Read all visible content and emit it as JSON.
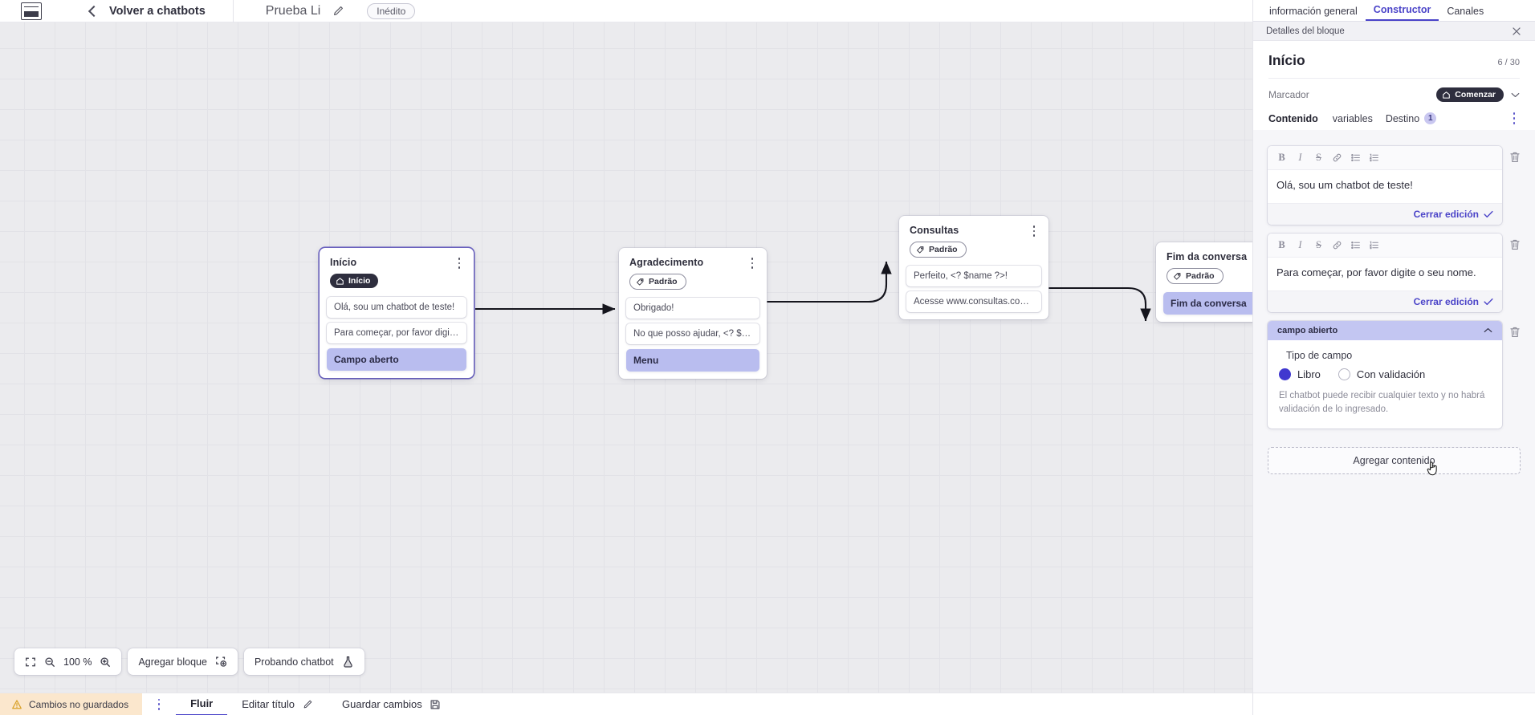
{
  "topbar": {
    "logo_icon": "app-logo-icon",
    "back_chevron_icon": "chevron-left-icon",
    "back_label": "Volver a chatbots",
    "bot_title": "Prueba Li",
    "edit_icon": "pencil-icon",
    "status_badge": "Inédito"
  },
  "canvas": {
    "nodes": [
      {
        "title": "Início",
        "chip": {
          "label": "Início",
          "icon": "home-icon",
          "style": "dark"
        },
        "messages": [
          {
            "text": "Olá, sou um chatbot de teste!",
            "type": "message"
          },
          {
            "text": "Para começar, por favor digite o ...",
            "type": "message"
          },
          {
            "text": "Campo aberto",
            "type": "input"
          }
        ],
        "menu_icon": "kebab-menu-icon",
        "selected": true
      },
      {
        "title": "Agradecimento",
        "chip": {
          "label": "Padrão",
          "icon": "tag-icon",
          "style": "outline"
        },
        "messages": [
          {
            "text": "Obrigado!",
            "type": "message"
          },
          {
            "text": "No que posso ajudar, <? $name ...",
            "type": "message"
          },
          {
            "text": "Menu",
            "type": "input"
          }
        ],
        "menu_icon": "kebab-menu-icon",
        "selected": false
      },
      {
        "title": "Consultas",
        "chip": {
          "label": "Padrão",
          "icon": "tag-icon",
          "style": "outline"
        },
        "messages": [
          {
            "text": "Perfeito, <? $name ?>!",
            "type": "message"
          },
          {
            "text": "Acesse www.consultas.com par...",
            "type": "message"
          }
        ],
        "menu_icon": "kebab-menu-icon",
        "selected": false
      },
      {
        "title": "Fim da conversa",
        "chip": {
          "label": "Padrão",
          "icon": "tag-icon",
          "style": "outline"
        },
        "messages": [
          {
            "text": "Fim da conversa",
            "type": "input"
          }
        ],
        "menu_icon": "kebab-menu-icon",
        "selected": false
      }
    ],
    "float_toolbar": {
      "fit_icon": "fit-screen-icon",
      "zoom_out_icon": "zoom-out-icon",
      "zoom_level": "100 %",
      "zoom_in_icon": "zoom-in-icon",
      "add_block_label": "Agregar bloque",
      "add_block_icon": "add-block-icon",
      "test_chatbot_label": "Probando chatbot",
      "test_chatbot_icon": "flask-icon"
    }
  },
  "panel": {
    "tabs": [
      {
        "label": "información general",
        "active": false
      },
      {
        "label": "Constructor",
        "active": true
      },
      {
        "label": "Canales",
        "active": false
      }
    ],
    "subheader": {
      "label": "Detalles del bloque",
      "close_icon": "close-icon"
    },
    "block_title": "Início",
    "block_count": "6 / 30",
    "marker_label": "Marcador",
    "marker_badge": {
      "label": "Comenzar",
      "icon": "home-icon"
    },
    "marker_chevron_icon": "chevron-down-icon",
    "content_tabs": [
      {
        "label": "Contenido",
        "active": true,
        "badge": null
      },
      {
        "label": "variables",
        "active": false,
        "badge": null
      },
      {
        "label": "Destino",
        "active": false,
        "badge": "1"
      }
    ],
    "overflow_icon": "kebab-menu-icon",
    "rte_buttons": [
      {
        "name": "bold-icon",
        "glyph": "B"
      },
      {
        "name": "italic-icon",
        "glyph": "I"
      },
      {
        "name": "strikethrough-icon",
        "glyph": "S"
      },
      {
        "name": "link-icon",
        "glyph": "link"
      },
      {
        "name": "bullet-list-icon",
        "glyph": "ul"
      },
      {
        "name": "numbered-list-icon",
        "glyph": "ol"
      }
    ],
    "content_cards": [
      {
        "text": "Olá, sou um chatbot de teste!",
        "close_label": "Cerrar edición",
        "delete_icon": "trash-icon",
        "check_icon": "check-icon"
      },
      {
        "text": "Para começar, por favor digite o seu nome.",
        "close_label": "Cerrar edición",
        "delete_icon": "trash-icon",
        "check_icon": "check-icon"
      }
    ],
    "field_card": {
      "header": "campo abierto",
      "collapse_icon": "chevron-up-icon",
      "delete_icon": "trash-icon",
      "subtitle": "Tipo de campo",
      "options": [
        {
          "label": "Libro",
          "selected": true
        },
        {
          "label": "Con validación",
          "selected": false
        }
      ],
      "note": "El chatbot puede recibir cualquier texto y no habrá validación de lo ingresado."
    },
    "add_content_label": "Agregar contenido",
    "cursor_icon": "pointer-hand-cursor"
  },
  "bottombar": {
    "unsaved_label": "Cambios no guardados",
    "warning_icon": "warning-triangle-icon",
    "kebab_icon": "kebab-menu-icon",
    "flow_tab": "Fluir",
    "edit_title_label": "Editar título",
    "edit_title_icon": "pencil-icon",
    "save_label": "Guardar cambios",
    "save_icon": "save-disk-icon"
  },
  "colors": {
    "accent": "#4a43c8",
    "input_chip": "#b9bdef",
    "warning_bg": "#fbe7cd",
    "dark_chip": "#2e2e3e",
    "canvas_bg": "#ebebee"
  }
}
